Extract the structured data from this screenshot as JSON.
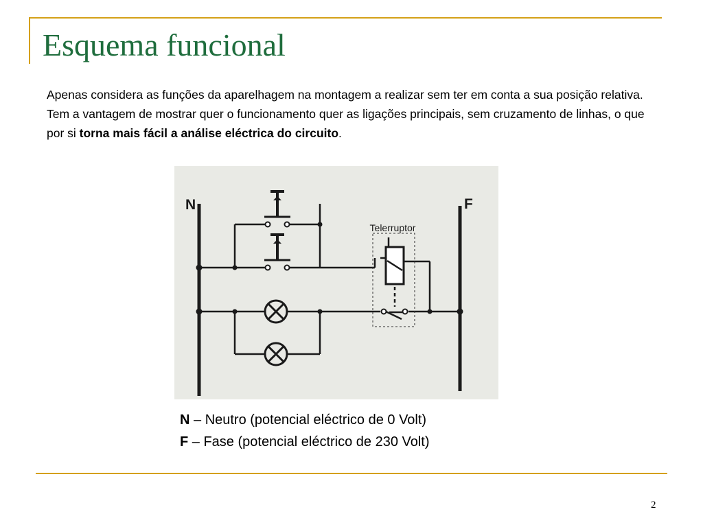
{
  "slide": {
    "title": "Esquema funcional",
    "body_plain": "Apenas considera as funções da aparelhagem na montagem a realizar sem ter em conta a sua posição relativa. Tem a vantagem de mostrar quer o funcionamento quer as ligações principais, sem cruzamento de linhas, o que por si ",
    "body_bold": "torna mais fácil a análise eléctrica do circuito",
    "body_end": ".",
    "page_number": "2"
  },
  "diagram": {
    "label_n": "N",
    "label_f": "F",
    "relay_label": "Telerruptor"
  },
  "legend": [
    {
      "key": "N",
      "text": " – Neutro (potencial eléctrico de 0 Volt)"
    },
    {
      "key": "F",
      "text": " – Fase (potencial eléctrico de 230 Volt)"
    }
  ],
  "colors": {
    "title": "#1f6d3d",
    "accent_lines": "#d4a017",
    "diagram_background": "#e9eae5"
  }
}
